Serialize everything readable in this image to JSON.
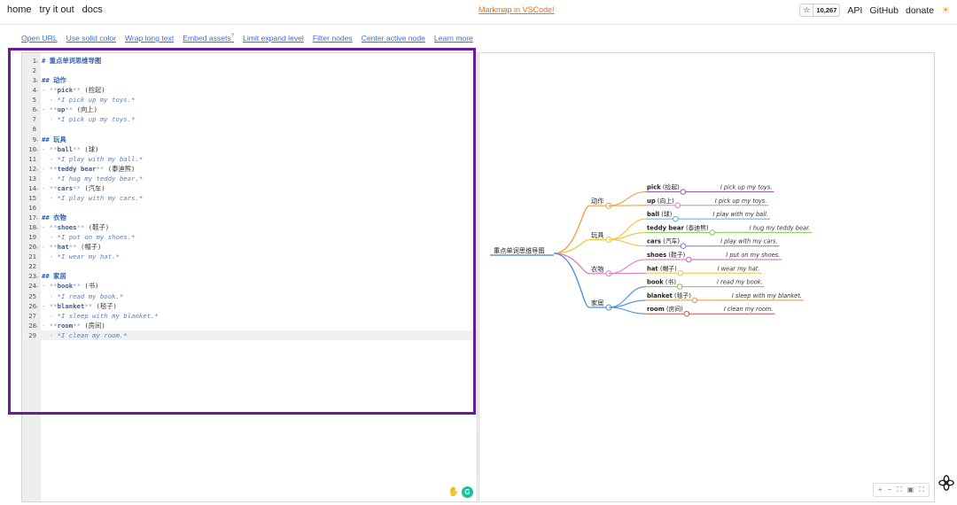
{
  "nav": {
    "left": [
      "home",
      "try it out",
      "docs"
    ],
    "center": "Markmap in VSCode!",
    "stars": "10,267",
    "right": [
      "API",
      "GitHub",
      "donate"
    ]
  },
  "toolbar": {
    "items": [
      "Open URL",
      "Use solid color",
      "Wrap long text",
      "Embed assets",
      "Limit expand level",
      "Filter nodes",
      "Center active node",
      "Learn more"
    ],
    "embed_help": "?"
  },
  "editor": {
    "lines": [
      {
        "n": "1",
        "fold": true,
        "parts": [
          [
            "head",
            "# 重点单词思维导图"
          ]
        ]
      },
      {
        "n": "2",
        "parts": []
      },
      {
        "n": "3",
        "fold": true,
        "parts": [
          [
            "head",
            "## 动作"
          ]
        ]
      },
      {
        "n": "4",
        "fold": true,
        "parts": [
          [
            "dash",
            "- "
          ],
          [
            "mark",
            "**"
          ],
          [
            "bold",
            "pick"
          ],
          [
            "mark",
            "**"
          ],
          [
            "cn",
            " (捡起)"
          ]
        ]
      },
      {
        "n": "5",
        "parts": [
          [
            "dash",
            "  - "
          ],
          [
            "ital",
            "*I pick up my toys.*"
          ]
        ]
      },
      {
        "n": "6",
        "fold": true,
        "parts": [
          [
            "dash",
            "- "
          ],
          [
            "mark",
            "**"
          ],
          [
            "bold",
            "up"
          ],
          [
            "mark",
            "**"
          ],
          [
            "cn",
            " (向上)"
          ]
        ]
      },
      {
        "n": "7",
        "parts": [
          [
            "dash",
            "  - "
          ],
          [
            "ital",
            "*I pick up my toys.*"
          ]
        ]
      },
      {
        "n": "8",
        "parts": []
      },
      {
        "n": "9",
        "fold": true,
        "parts": [
          [
            "head",
            "## 玩具"
          ]
        ]
      },
      {
        "n": "10",
        "fold": true,
        "parts": [
          [
            "dash",
            "- "
          ],
          [
            "mark",
            "**"
          ],
          [
            "bold",
            "ball"
          ],
          [
            "mark",
            "**"
          ],
          [
            "cn",
            " (球)"
          ]
        ]
      },
      {
        "n": "11",
        "parts": [
          [
            "dash",
            "  - "
          ],
          [
            "ital",
            "*I play with my ball.*"
          ]
        ]
      },
      {
        "n": "12",
        "fold": true,
        "parts": [
          [
            "dash",
            "- "
          ],
          [
            "mark",
            "**"
          ],
          [
            "bold",
            "teddy bear"
          ],
          [
            "mark",
            "**"
          ],
          [
            "cn",
            " (泰迪熊)"
          ]
        ]
      },
      {
        "n": "13",
        "parts": [
          [
            "dash",
            "  - "
          ],
          [
            "ital",
            "*I hug my teddy bear.*"
          ]
        ]
      },
      {
        "n": "14",
        "fold": true,
        "parts": [
          [
            "dash",
            "- "
          ],
          [
            "mark",
            "**"
          ],
          [
            "bold",
            "cars"
          ],
          [
            "mark",
            "**"
          ],
          [
            "cn",
            " (汽车)"
          ]
        ]
      },
      {
        "n": "15",
        "parts": [
          [
            "dash",
            "  - "
          ],
          [
            "ital",
            "*I play with my cars.*"
          ]
        ]
      },
      {
        "n": "16",
        "parts": []
      },
      {
        "n": "17",
        "fold": true,
        "parts": [
          [
            "head",
            "## 衣物"
          ]
        ]
      },
      {
        "n": "18",
        "fold": true,
        "parts": [
          [
            "dash",
            "- "
          ],
          [
            "mark",
            "**"
          ],
          [
            "bold",
            "shoes"
          ],
          [
            "mark",
            "**"
          ],
          [
            "cn",
            " (鞋子)"
          ]
        ]
      },
      {
        "n": "19",
        "parts": [
          [
            "dash",
            "  - "
          ],
          [
            "ital",
            "*I put on my shoes.*"
          ]
        ]
      },
      {
        "n": "20",
        "fold": true,
        "parts": [
          [
            "dash",
            "- "
          ],
          [
            "mark",
            "**"
          ],
          [
            "bold",
            "hat"
          ],
          [
            "mark",
            "**"
          ],
          [
            "cn",
            " (帽子)"
          ]
        ]
      },
      {
        "n": "21",
        "parts": [
          [
            "dash",
            "  - "
          ],
          [
            "ital",
            "*I wear my hat.*"
          ]
        ]
      },
      {
        "n": "22",
        "parts": []
      },
      {
        "n": "23",
        "fold": true,
        "parts": [
          [
            "head",
            "## 家居"
          ]
        ]
      },
      {
        "n": "24",
        "fold": true,
        "parts": [
          [
            "dash",
            "- "
          ],
          [
            "mark",
            "**"
          ],
          [
            "bold",
            "book"
          ],
          [
            "mark",
            "**"
          ],
          [
            "cn",
            " (书)"
          ]
        ]
      },
      {
        "n": "25",
        "parts": [
          [
            "dash",
            "  - "
          ],
          [
            "ital",
            "*I read my book.*"
          ]
        ]
      },
      {
        "n": "26",
        "fold": true,
        "parts": [
          [
            "dash",
            "- "
          ],
          [
            "mark",
            "**"
          ],
          [
            "bold",
            "blanket"
          ],
          [
            "mark",
            "**"
          ],
          [
            "cn",
            " (毯子)"
          ]
        ]
      },
      {
        "n": "27",
        "parts": [
          [
            "dash",
            "  - "
          ],
          [
            "ital",
            "*I sleep with my blanket.*"
          ]
        ]
      },
      {
        "n": "28",
        "fold": true,
        "parts": [
          [
            "dash",
            "- "
          ],
          [
            "mark",
            "**"
          ],
          [
            "bold",
            "room"
          ],
          [
            "mark",
            "**"
          ],
          [
            "cn",
            " (房间)"
          ]
        ]
      },
      {
        "n": "29",
        "active": true,
        "parts": [
          [
            "dash",
            "  - "
          ],
          [
            "ital",
            "*I clean my room.*"
          ]
        ]
      }
    ]
  },
  "mindmap": {
    "root": "重点单词思维导图",
    "groups": [
      {
        "label": "动作",
        "color": "#f39c3d",
        "items": [
          {
            "word": "pick",
            "cn": "(捡起)",
            "sentence": "I pick up my toys.",
            "color": "#9b59b6"
          },
          {
            "word": "up",
            "cn": "(向上)",
            "sentence": "I pick up my toys.",
            "color": "#e57bd0"
          }
        ]
      },
      {
        "label": "玩具",
        "color": "#f3c43d",
        "items": [
          {
            "word": "ball",
            "cn": "(球)",
            "sentence": "I play with my ball.",
            "color": "#3fb3e6"
          },
          {
            "word": "teddy bear",
            "cn": "(泰迪熊)",
            "sentence": "I hug my teddy bear.",
            "color": "#7ec850"
          },
          {
            "word": "cars",
            "cn": "(汽车)",
            "sentence": "I play with my cars.",
            "color": "#8e6fd6"
          }
        ]
      },
      {
        "label": "衣物",
        "color": "#e07bb9",
        "items": [
          {
            "word": "shoes",
            "cn": "(鞋子)",
            "sentence": "I put on my shoes.",
            "color": "#d05fb5"
          },
          {
            "word": "hat",
            "cn": "(帽子)",
            "sentence": "I wear my hat.",
            "color": "#e6c43a"
          }
        ]
      },
      {
        "label": "家居",
        "color": "#4a8fd6",
        "items": [
          {
            "word": "book",
            "cn": "(书)",
            "sentence": "I read my book.",
            "color": "#7cc54a"
          },
          {
            "word": "blanket",
            "cn": "(毯子)",
            "sentence": "I sleep with my blanket.",
            "color": "#e6903a"
          },
          {
            "word": "room",
            "cn": "(房间)",
            "sentence": "I clean my room.",
            "color": "#c25555"
          }
        ]
      }
    ]
  },
  "zoom_controls": [
    "+",
    "−",
    "⛶",
    "▣",
    "⛶"
  ],
  "colors": {
    "accent": "#3a6fd8",
    "highlight": "#6a1b9a",
    "vscode_link": "#e0702a"
  }
}
